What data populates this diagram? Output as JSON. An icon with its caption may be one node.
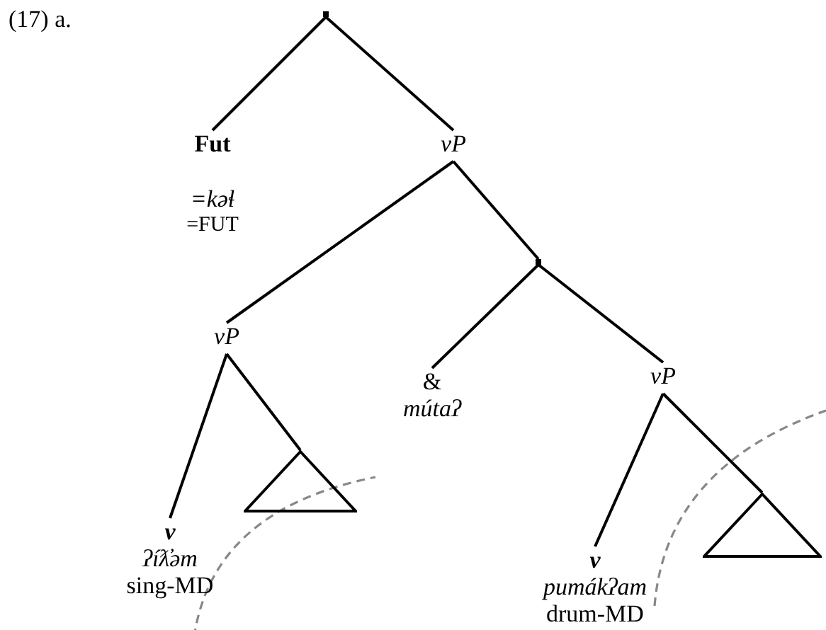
{
  "diagram": {
    "nodes": [
      {
        "text": [],
        "shape": "point"
      },
      {
        "text": [
          "Fut",
          "=kəɬ",
          "=FUT"
        ]
      },
      {
        "text": [
          "vP"
        ]
      },
      {
        "text": [
          "vP"
        ]
      },
      {
        "text": [],
        "shape": "point"
      },
      {
        "text": [
          "v",
          "ʔíƛ̓əm",
          "sing-MD"
        ]
      },
      {
        "text": [],
        "shape": "triangle"
      },
      {
        "text": [
          "&",
          "mútaʔ"
        ]
      },
      {
        "text": [
          "vP"
        ]
      },
      {
        "text": [
          "v",
          "pumákʔam",
          "drum-MD"
        ]
      },
      {
        "text": [],
        "shape": "triangle"
      }
    ],
    "edges": [
      {
        "from": 0,
        "to": 1,
        "arrow": "none"
      },
      {
        "from": 0,
        "to": 2,
        "arrow": "none"
      },
      {
        "from": 2,
        "to": 3,
        "arrow": "none"
      },
      {
        "from": 2,
        "to": 4,
        "arrow": "none"
      },
      {
        "from": 3,
        "to": 5,
        "arrow": "none"
      },
      {
        "from": 3,
        "to": 6,
        "arrow": "none"
      },
      {
        "from": 4,
        "to": 7,
        "arrow": "none"
      },
      {
        "from": 4,
        "to": 8,
        "arrow": "none"
      },
      {
        "from": 8,
        "to": 9,
        "arrow": "none"
      },
      {
        "from": 8,
        "to": 10,
        "arrow": "none"
      }
    ],
    "labels": [
      "(17) a."
    ]
  }
}
